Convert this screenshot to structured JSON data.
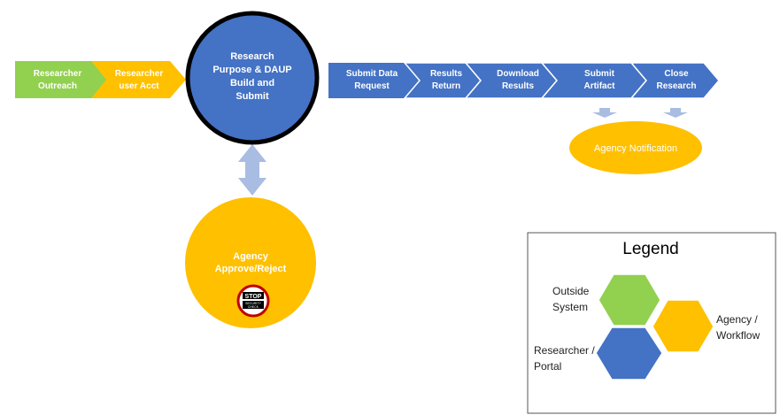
{
  "colors": {
    "outside_green": "#92D050",
    "agency_gold": "#FFC000",
    "portal_blue": "#4472C4",
    "connector_blue": "#A9BCE2",
    "stop_red": "#C00000"
  },
  "intake": {
    "outreach": [
      "Researcher",
      "Outreach"
    ],
    "user_acct": [
      "Researcher",
      "user Acct"
    ]
  },
  "hub": {
    "lines": [
      "Research",
      "Purpose & DAUP",
      "Build and",
      "Submit"
    ]
  },
  "steps": [
    {
      "lines": [
        "Submit Data",
        "Request"
      ]
    },
    {
      "lines": [
        "Results",
        "Return"
      ]
    },
    {
      "lines": [
        "Download",
        "Results"
      ]
    },
    {
      "lines": [
        "Submit",
        "Artifact"
      ]
    },
    {
      "lines": [
        "Close",
        "Research"
      ]
    }
  ],
  "agency_notification": "Agency Notification",
  "approval": {
    "lines": [
      "Agency",
      "Approve/Reject"
    ],
    "stop_sign": {
      "top": "STOP",
      "bottom": [
        "SECURITY",
        "CHECK"
      ]
    }
  },
  "legend": {
    "title": "Legend",
    "outside": [
      "Outside",
      "System"
    ],
    "agency": [
      "Agency /",
      "Workflow"
    ],
    "researcher": [
      "Researcher /",
      "Portal"
    ]
  }
}
